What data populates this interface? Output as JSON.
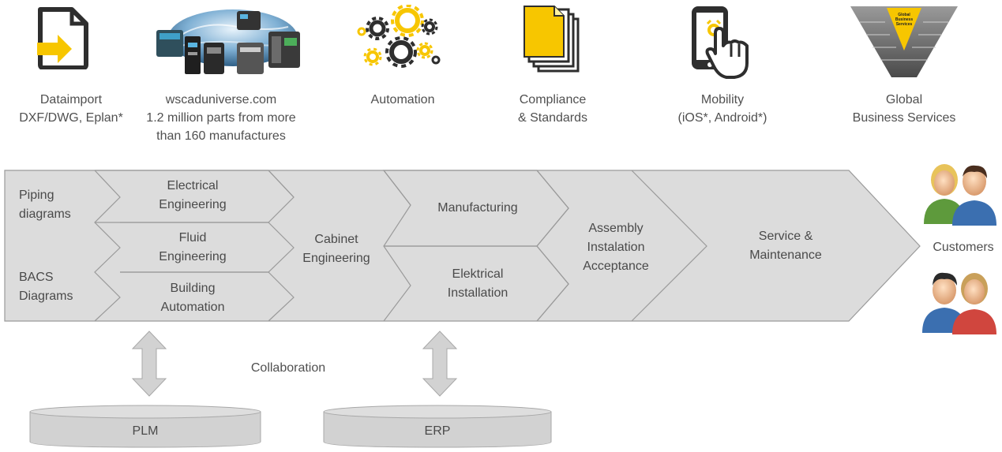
{
  "top_items": [
    {
      "lines": [
        "Dataimport",
        "DXF/DWG, Eplan*"
      ],
      "icon": "file-import-icon"
    },
    {
      "lines": [
        "wscaduniverse.com",
        "1.2 million parts from more",
        "than 160 manufactures"
      ],
      "icon": "globe-devices-icon"
    },
    {
      "lines": [
        "Automation"
      ],
      "icon": "gears-icon"
    },
    {
      "lines": [
        "Compliance",
        "& Standards"
      ],
      "icon": "documents-stack-icon"
    },
    {
      "lines": [
        "Mobility",
        "(iOS*, Android*)"
      ],
      "icon": "phone-touch-icon"
    },
    {
      "lines": [
        "Global",
        "Business Services"
      ],
      "icon": "v-diagram-icon"
    }
  ],
  "v_diagram_center_text": [
    "Global",
    "Business",
    "Services"
  ],
  "flow": {
    "col1": {
      "top": [
        "Piping",
        "diagrams"
      ],
      "bottom": [
        "BACS",
        "Diagrams"
      ]
    },
    "col2": [
      [
        "Electrical",
        "Engineering"
      ],
      [
        "Fluid",
        "Engineering"
      ],
      [
        "Building",
        "Automation"
      ]
    ],
    "col3": [
      "Cabinet",
      "Engineering"
    ],
    "col4": [
      [
        "Manufacturing"
      ],
      [
        "Elektrical",
        "Installation"
      ]
    ],
    "col5": [
      "Assembly",
      "Instalation",
      "Acceptance"
    ],
    "col6": [
      "Service &",
      "Maintenance"
    ]
  },
  "customers_label": "Customers",
  "collaboration_label": "Collaboration",
  "systems": [
    "PLM",
    "ERP"
  ],
  "colors": {
    "yellow": "#f7c600",
    "flow_fill": "#dcdcdc",
    "flow_stroke": "#9a9a9a",
    "text": "#4a4a4a",
    "icon_dark": "#2e2e2e",
    "arrow_fill": "#d2d2d2"
  }
}
